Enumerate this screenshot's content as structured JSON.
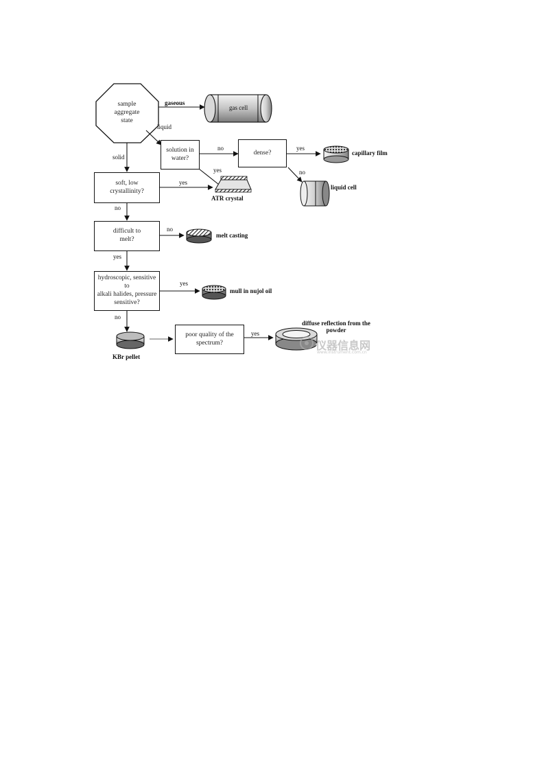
{
  "start": {
    "text": "sample\naggregate\nstate"
  },
  "decisions": {
    "solution_in_water": "solution in\nwater?",
    "dense": "dense?",
    "soft_low_crystallinity": "soft, low\ncrystallinity?",
    "difficult_to_melt": "difficult to\nmelt?",
    "hydroscopic": "hydroscopic, sensitive to\nalkali halides, pressure\nsensitive?",
    "poor_quality": "poor quality of the\nspectrum?"
  },
  "edge_labels": {
    "gaseous": "gaseous",
    "liquid": "liquid",
    "solid": "solid",
    "no_water_dense": "no",
    "yes_dense_capillary": "yes",
    "no_dense_liquid": "no",
    "yes_water_atr": "yes",
    "yes_soft_atr": "yes",
    "no_soft_melt": "no",
    "no_melt_casting": "no",
    "yes_melt_hydro": "yes",
    "yes_hydro_mull": "yes",
    "no_hydro_kbr": "no",
    "yes_poor_diffuse": "yes"
  },
  "outcomes": {
    "gas_cell": "gas cell",
    "capillary_film": "capillary film",
    "liquid_cell": "liquid cell",
    "atr_crystal": "ATR crystal",
    "melt_casting": "melt casting",
    "mull": "mull in nujol oil",
    "kbr_pellet": "KBr pellet",
    "diffuse": "diffuse reflection from the\npowder"
  },
  "watermark": {
    "main": "仪器信息网",
    "sub": "www.instrument.com.cn"
  }
}
